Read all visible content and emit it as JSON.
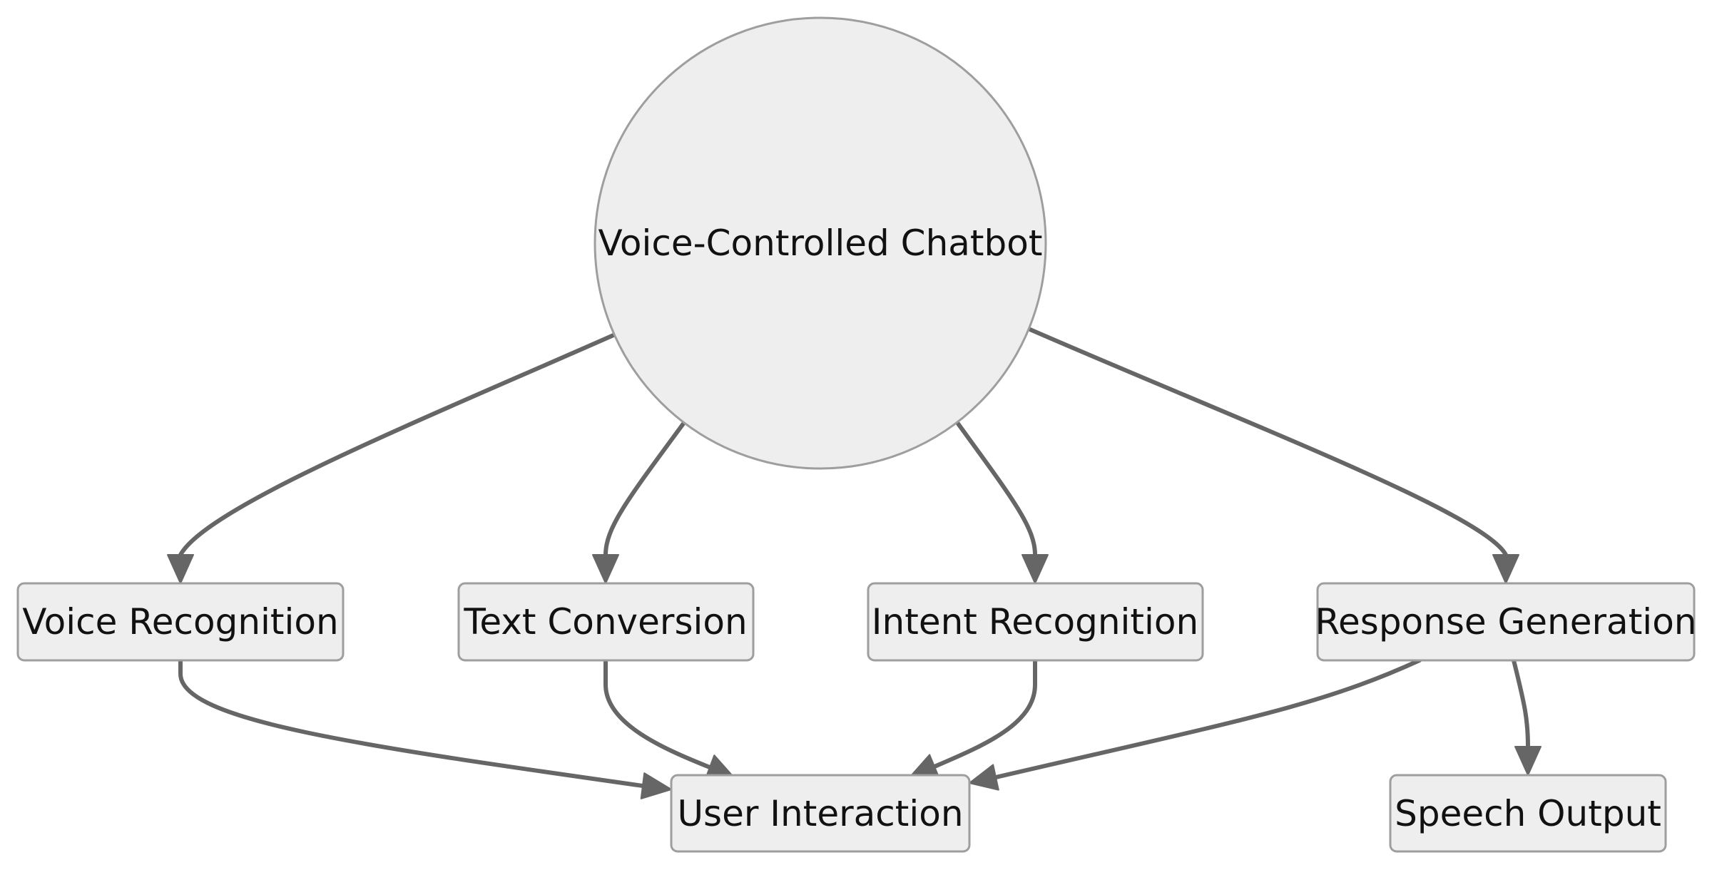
{
  "diagram": {
    "nodes": {
      "chatbot": {
        "label": "Voice-Controlled Chatbot"
      },
      "voice_recognition": {
        "label": "Voice Recognition"
      },
      "text_conversion": {
        "label": "Text Conversion"
      },
      "intent_recognition": {
        "label": "Intent Recognition"
      },
      "response_generation": {
        "label": "Response Generation"
      },
      "user_interaction": {
        "label": "User Interaction"
      },
      "speech_output": {
        "label": "Speech Output"
      }
    },
    "edges": [
      {
        "from": "chatbot",
        "to": "voice_recognition"
      },
      {
        "from": "chatbot",
        "to": "text_conversion"
      },
      {
        "from": "chatbot",
        "to": "intent_recognition"
      },
      {
        "from": "chatbot",
        "to": "response_generation"
      },
      {
        "from": "voice_recognition",
        "to": "user_interaction"
      },
      {
        "from": "text_conversion",
        "to": "user_interaction"
      },
      {
        "from": "intent_recognition",
        "to": "user_interaction"
      },
      {
        "from": "response_generation",
        "to": "user_interaction"
      },
      {
        "from": "response_generation",
        "to": "speech_output"
      }
    ],
    "colors": {
      "node_fill": "#eeeeee",
      "node_stroke": "#9e9e9e",
      "edge": "#666666",
      "text": "#111111"
    }
  }
}
